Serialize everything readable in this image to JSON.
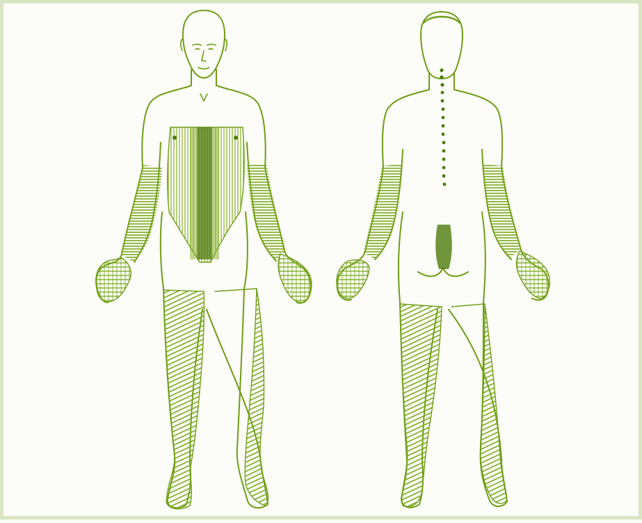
{
  "colors": {
    "ink": "#6f9d16",
    "ink_dark": "#4d7a0a",
    "hatch": "#79a81c",
    "paper": "#fcfcf8",
    "frame_border": "#d9e6c3"
  },
  "figures": [
    {
      "view": "front",
      "hatched_regions": [
        "trunk",
        "left-forearm",
        "right-forearm",
        "left-leg",
        "right-leg"
      ]
    },
    {
      "view": "back",
      "hatched_regions": [
        "spine",
        "sacrum",
        "left-forearm",
        "right-forearm",
        "left-leg",
        "right-leg"
      ]
    }
  ]
}
